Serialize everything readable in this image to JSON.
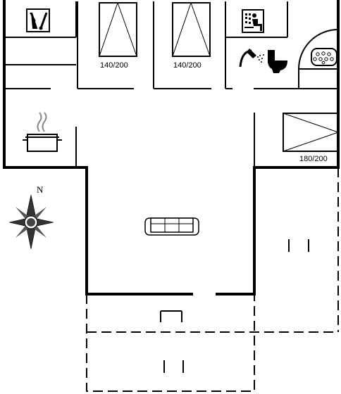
{
  "rooms": {
    "bedroom_1": {
      "bed_label": "140/200"
    },
    "bedroom_2": {
      "bed_label": "140/200"
    },
    "bedroom_3": {
      "bed_label": "180/200"
    }
  },
  "compass": {
    "north_label": "N"
  },
  "icons": {
    "laundry": "washing-icon",
    "sauna": "sauna-icon",
    "shower": "shower-icon",
    "toilet": "toilet-icon",
    "whirlpool": "whirlpool-icon",
    "kitchen": "cooking-pot-icon",
    "living": "sofa-icon"
  },
  "colors": {
    "line": "#000000",
    "background": "#ffffff"
  }
}
